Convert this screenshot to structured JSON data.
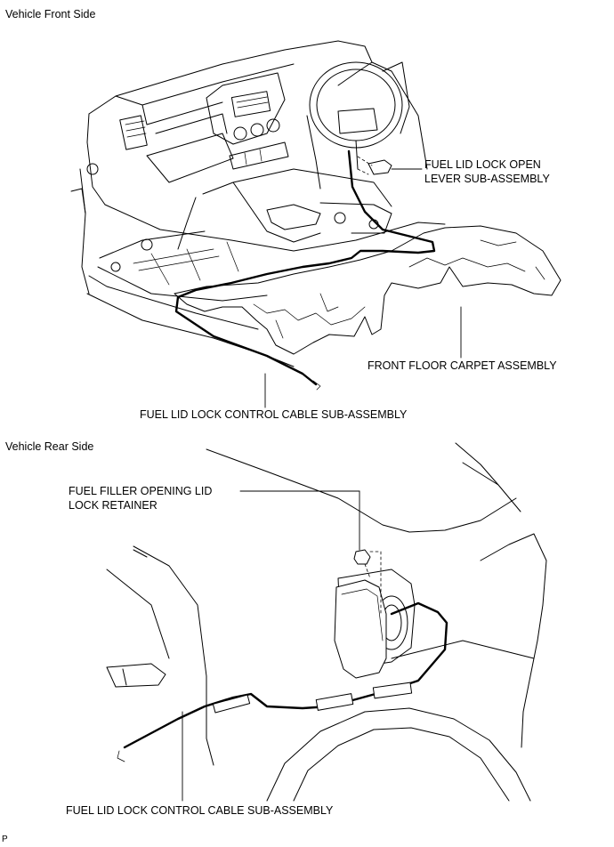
{
  "top_section": {
    "title": "Vehicle Front Side",
    "labels": {
      "lever": "FUEL LID LOCK OPEN\nLEVER SUB-ASSEMBLY",
      "carpet": "FRONT FLOOR CARPET ASSEMBLY",
      "cable": "FUEL LID LOCK CONTROL CABLE SUB-ASSEMBLY"
    }
  },
  "bottom_section": {
    "title": "Vehicle Rear Side",
    "labels": {
      "retainer": "FUEL FILLER OPENING LID\nLOCK RETAINER",
      "cable": "FUEL LID LOCK CONTROL CABLE SUB-ASSEMBLY"
    }
  },
  "footer_code": "P"
}
